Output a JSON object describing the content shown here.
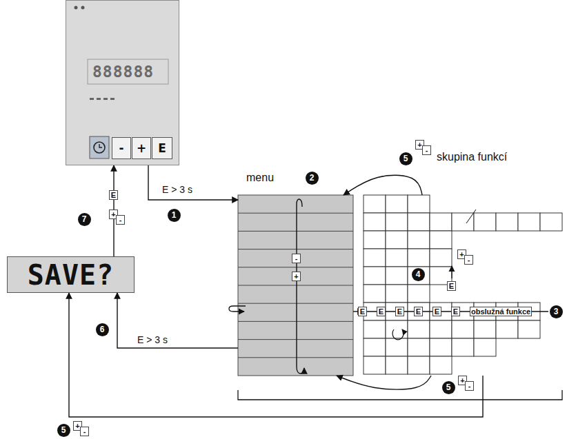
{
  "diagram": {
    "nodes": [
      {
        "text": [
          "888888"
        ]
      },
      {
        "text": [
          "-"
        ],
        "in": 0
      },
      {
        "text": [
          "+"
        ],
        "in": 0
      },
      {
        "text": [
          "E"
        ],
        "in": 0
      },
      {
        "text": [
          "menu"
        ]
      },
      {
        "text": [
          "skupina funkcí"
        ]
      },
      {
        "text": [
          "SAVE?"
        ]
      }
    ],
    "edges": [
      {
        "from": 0,
        "to": 4,
        "arrow": "to",
        "label": "E > 3 s"
      },
      {
        "from": 4,
        "to": 6,
        "arrow": "to",
        "label": "E > 3 s"
      },
      {
        "from": 6,
        "to": 0,
        "arrow": "to"
      },
      {
        "from": 5,
        "to": 6,
        "arrow": "to"
      },
      {
        "from": 5,
        "to": 4,
        "arrow": "to"
      },
      {
        "from": 5,
        "to": 4,
        "arrow": "to"
      },
      {
        "from": 4,
        "to": 5,
        "arrow": "to"
      }
    ],
    "labels": [
      "1",
      "2",
      "3",
      "4",
      "5",
      "+",
      "-",
      "5",
      "+",
      "-",
      "5",
      "+",
      "-",
      "6",
      "7",
      "E",
      "+",
      "-",
      "-",
      "+",
      "+",
      "-",
      "E",
      "E",
      "E",
      "E",
      "E",
      "E",
      "E",
      "obslužná funkce"
    ]
  }
}
